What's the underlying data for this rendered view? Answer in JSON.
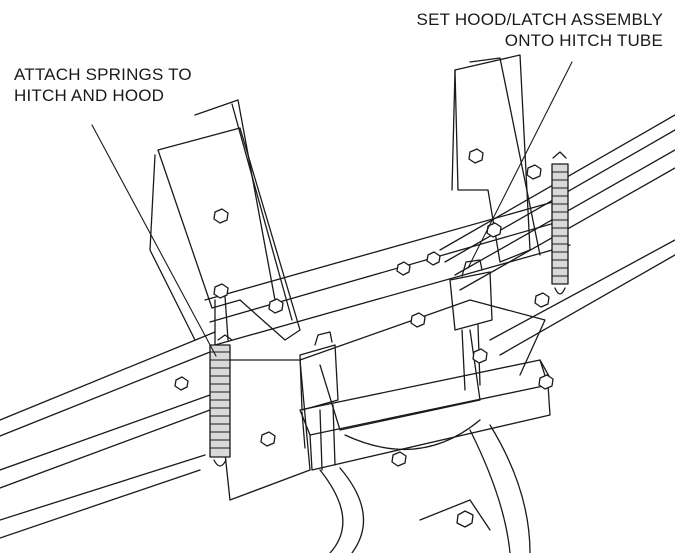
{
  "callouts": {
    "springs": {
      "line1": "ATTACH SPRINGS TO",
      "line2": "HITCH AND HOOD"
    },
    "hood": {
      "line1": "SET HOOD/LATCH ASSEMBLY",
      "line2": "ONTO HITCH TUBE"
    }
  },
  "colors": {
    "ink": "#1a1a1a",
    "paper": "#ffffff",
    "shade": "#d9d9d9"
  }
}
